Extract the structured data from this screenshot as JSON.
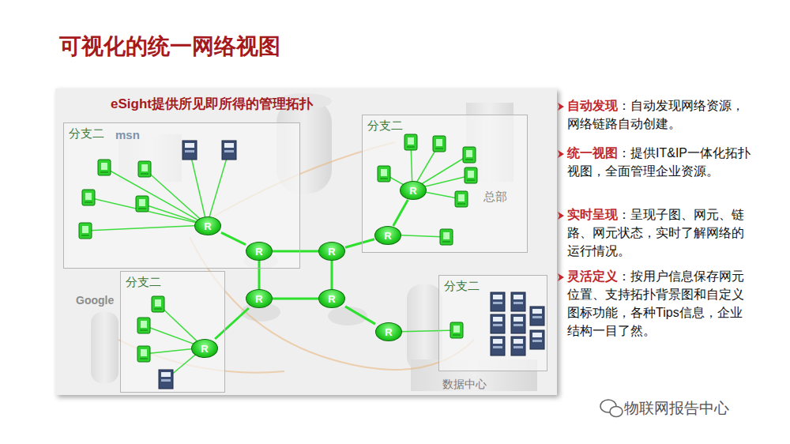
{
  "diagram": {
    "title": "可视化的统一网络视图",
    "nodes": [
      {
        "text": [
          "eSight提供所见即所得的管理拓扑"
        ]
      },
      {
        "text": [
          "分支二"
        ],
        "in": 0
      },
      {
        "text": [
          "R"
        ],
        "in": 1
      },
      {
        "text": [
          "分支二"
        ],
        "in": 0
      },
      {
        "text": [
          "R"
        ],
        "in": 3
      },
      {
        "text": [
          "R"
        ],
        "in": 3
      },
      {
        "text": [
          "R"
        ],
        "in": 0
      },
      {
        "text": [
          "R"
        ],
        "in": 0
      },
      {
        "text": [
          "R"
        ],
        "in": 0
      },
      {
        "text": [
          "R"
        ],
        "in": 0
      },
      {
        "text": [
          "分支二"
        ],
        "in": 0
      },
      {
        "text": [
          "R"
        ],
        "in": 10
      },
      {
        "text": [
          "分支二"
        ],
        "in": 0
      },
      {
        "text": [
          "R"
        ],
        "in": 0
      }
    ],
    "edges": [
      {
        "from": 6,
        "to": 7,
        "arrow": "none"
      },
      {
        "from": 7,
        "to": 9,
        "arrow": "none"
      },
      {
        "from": 9,
        "to": 8,
        "arrow": "none"
      },
      {
        "from": 8,
        "to": 6,
        "arrow": "none"
      },
      {
        "from": 6,
        "to": 2,
        "arrow": "none"
      },
      {
        "from": 7,
        "to": 5,
        "arrow": "none"
      },
      {
        "from": 5,
        "to": 4,
        "arrow": "none"
      },
      {
        "from": 8,
        "to": 11,
        "arrow": "none"
      },
      {
        "from": 9,
        "to": 13,
        "arrow": "none"
      }
    ],
    "labels": [
      "msn",
      "Google",
      "总部",
      "数据中心",
      "自动发现",
      "：自动发现网络资源，网络链路自动创建。",
      "统一视图",
      "：提供IT&IP一体化拓扑视图，全面管理企业资源。",
      "实时呈现",
      "：呈现子图、网元、链路、网元状态，实时了解网络的运行情况。",
      "灵活定义",
      "：按用户信息保存网元位置、支持拓扑背景图和自定义图标功能，各种Tips信息，企业结构一目了然。",
      "物联网报告中心"
    ]
  }
}
